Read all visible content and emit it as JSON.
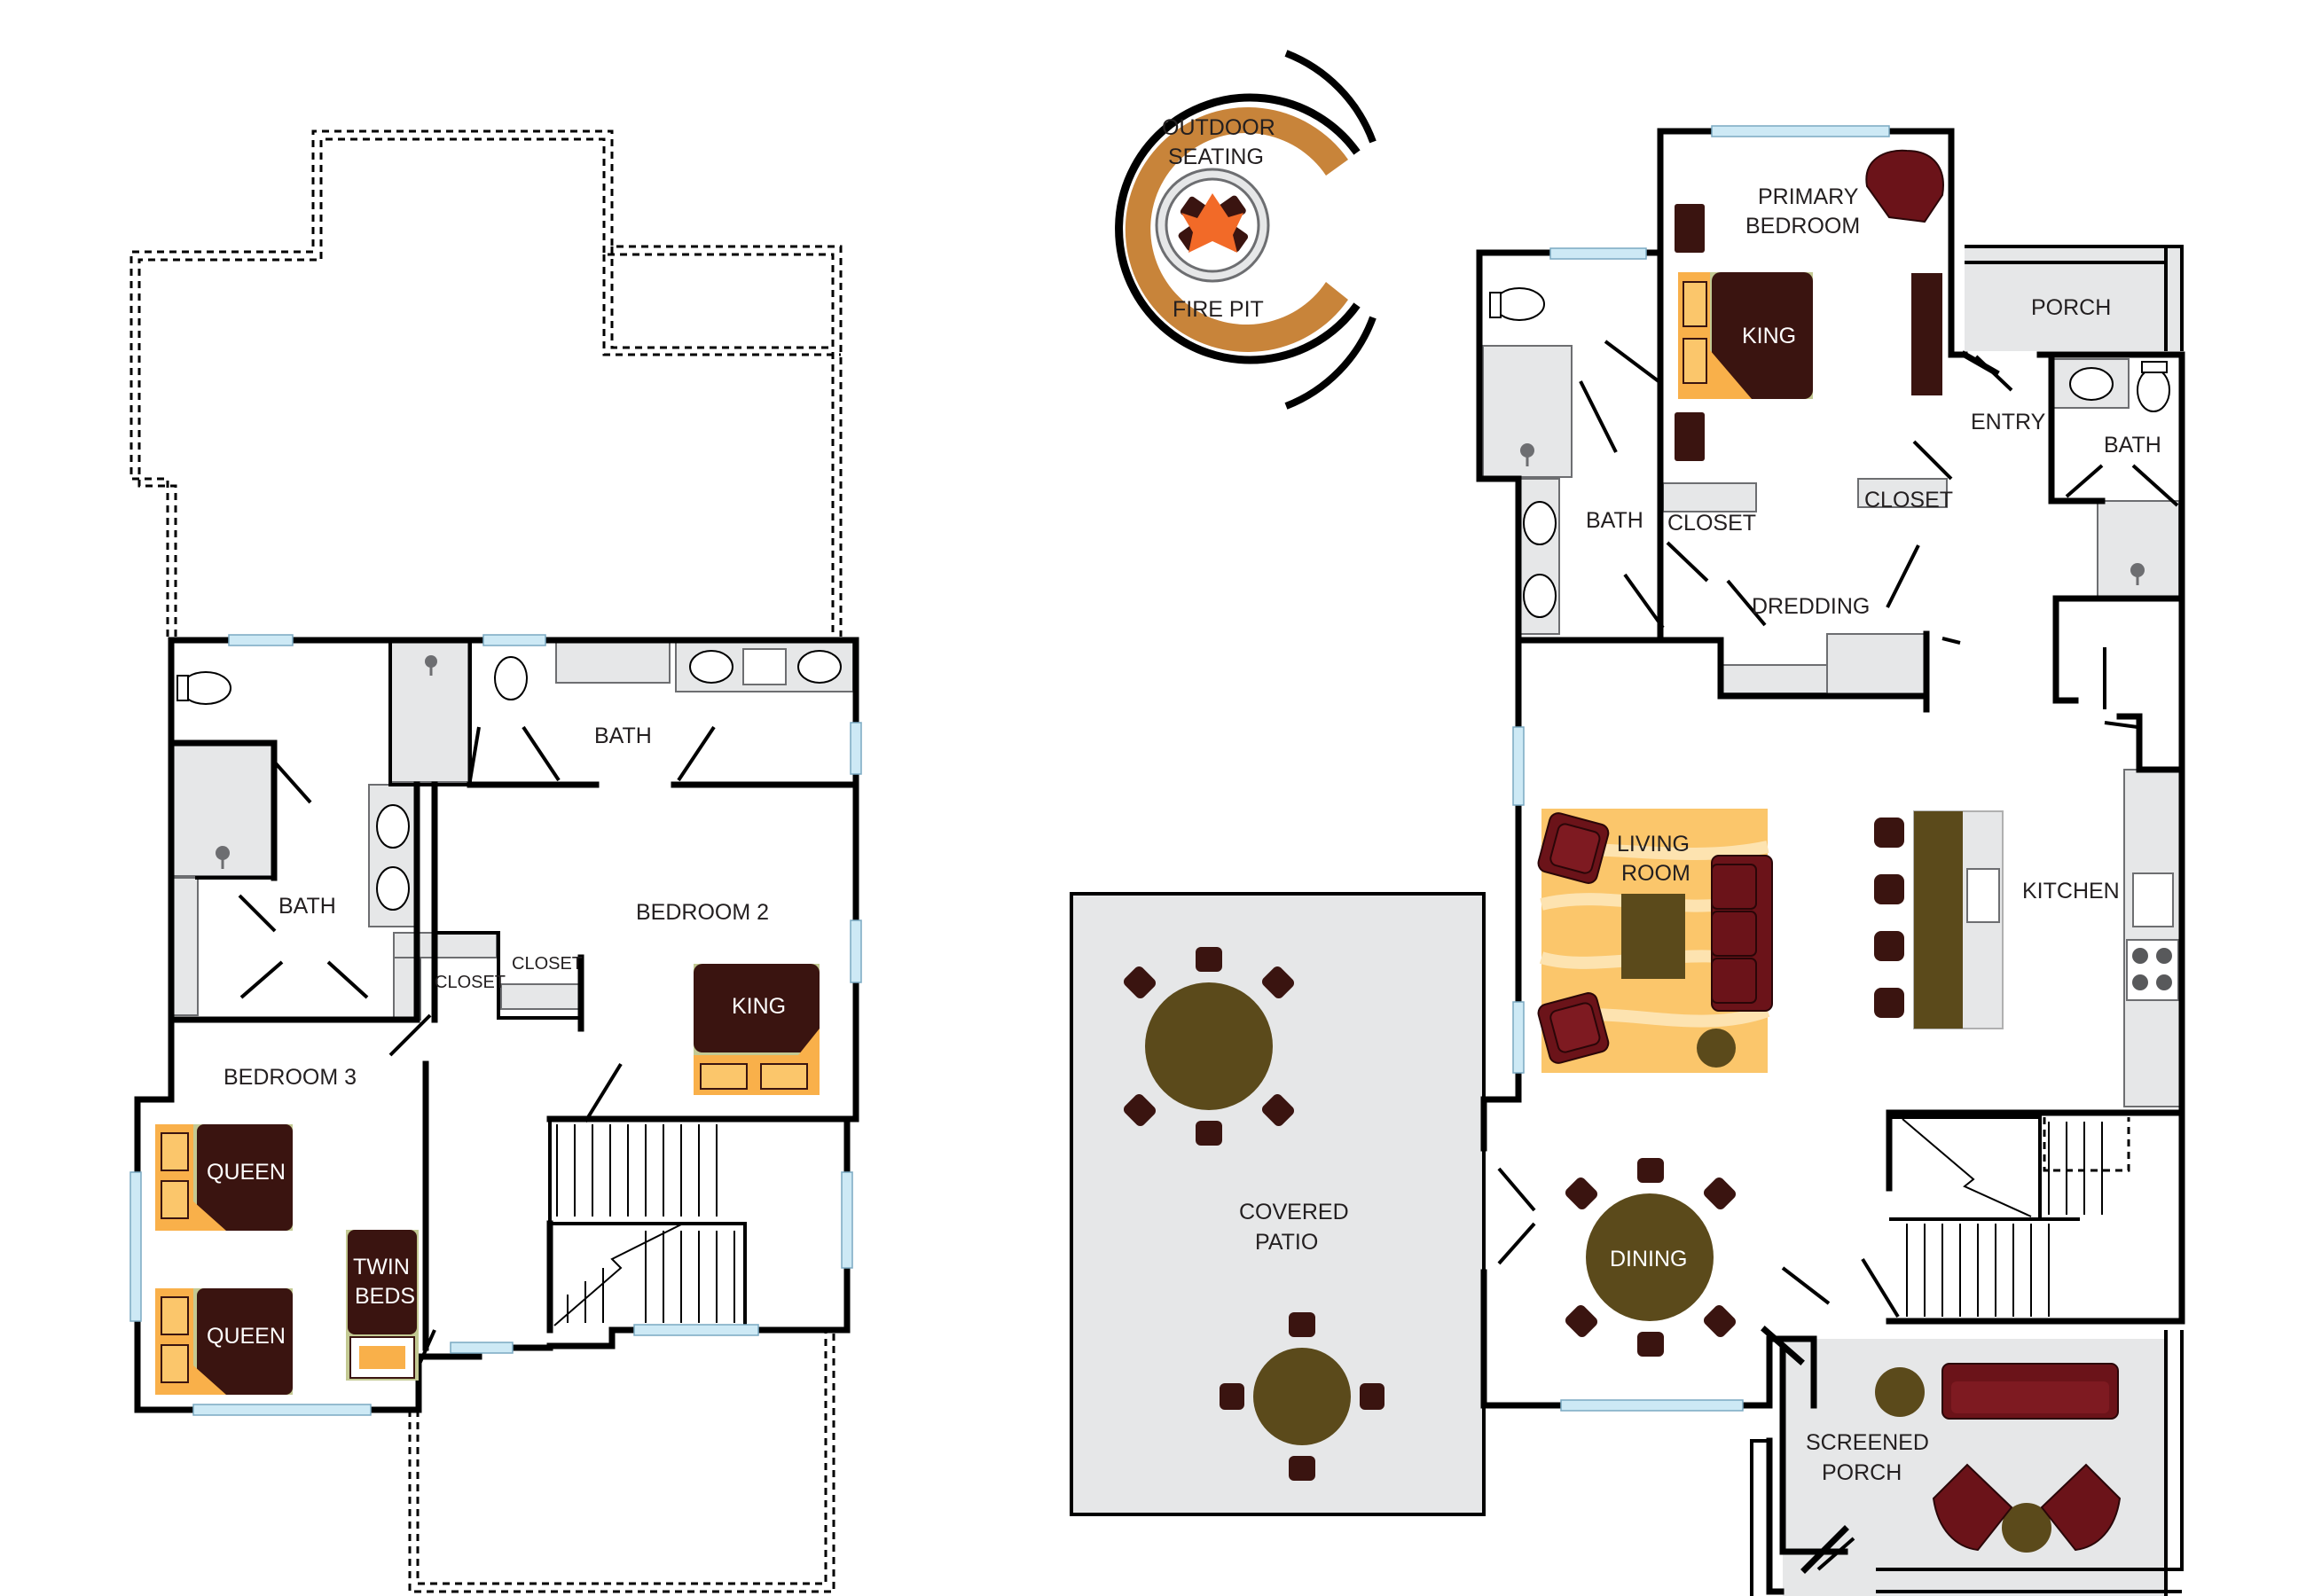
{
  "labels": {
    "outdoor_seating_1": "OUTDOOR",
    "outdoor_seating_2": "SEATING",
    "fire_pit": "FIRE PIT",
    "primary_1": "PRIMARY",
    "primary_2": "BEDROOM",
    "king_primary": "KING",
    "porch": "PORCH",
    "entry": "ENTRY",
    "bath_right": "BATH",
    "closet_right": "CLOSET",
    "closet_primary": "CLOSET",
    "bath_primary": "BATH",
    "dredding": "DREDDING",
    "living_1": "LIVING",
    "living_2": "ROOM",
    "kitchen": "KITCHEN",
    "covered_1": "COVERED",
    "covered_2": "PATIO",
    "dining": "DINING",
    "screened_1": "SCREENED",
    "screened_2": "PORCH",
    "bath_up_top": "BATH",
    "bath_up_left": "BATH",
    "bedroom2": "BEDROOM 2",
    "closet_a": "CLOSET",
    "closet_b": "CLOSET",
    "king_up": "KING",
    "bedroom3": "BEDROOM 3",
    "queen_1": "QUEEN",
    "queen_2": "QUEEN",
    "twin_1": "TWIN",
    "twin_2": "BEDS"
  },
  "colors": {
    "wall": "#000000",
    "furniture_dark": "#3a1410",
    "sofa": "#6b1319",
    "table": "#5b4a1b",
    "rug": "#fbc66b",
    "pillow": "#f9b04a",
    "bed_base": "#c3c993",
    "ring": "#c8843a",
    "window": "#cde9f5",
    "fixture_grey": "#e6e7e8"
  }
}
